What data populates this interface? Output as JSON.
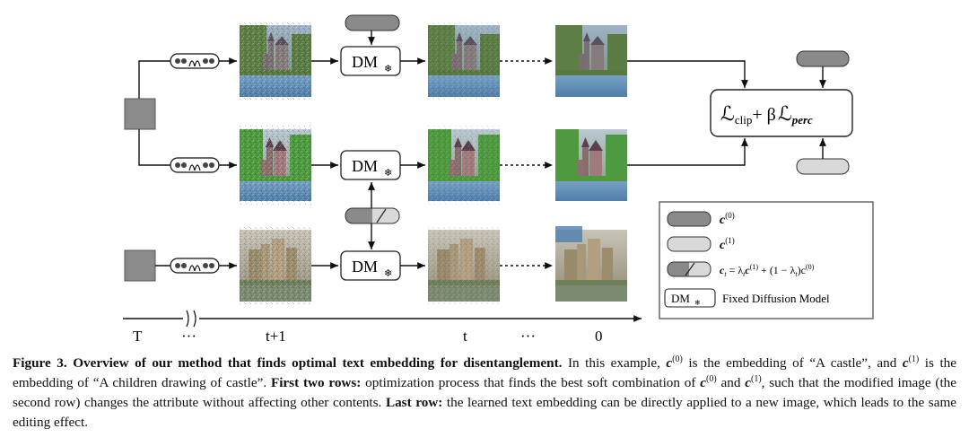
{
  "diagram": {
    "dm_label": "DM",
    "snowflake": "❄",
    "loss": {
      "main": "ℒ",
      "clip_sub": "clip",
      "plus_beta": "+ β",
      "perc_sub": "perc"
    },
    "time_axis": {
      "t_start": "T",
      "dots1": "···",
      "t_plus_1": "t+1",
      "t": "t",
      "dots2": "···",
      "t_end": "0"
    },
    "legend": {
      "items": [
        {
          "symbol": "c",
          "sup": "(0)",
          "swatch": "dark"
        },
        {
          "symbol": "c",
          "sup": "(1)",
          "swatch": "light"
        },
        {
          "symbol": "c",
          "sub": "t",
          "rest": " = λ",
          "sub2": "t",
          "c1": "c",
          "c1sup": "(1)",
          "mid": " + (1 − λ",
          "sub3": "t",
          "c0": ")c",
          "c0sup": "(0)",
          "swatch": "mixed"
        },
        {
          "text": "Fixed Diffusion Model",
          "swatch": "dm"
        }
      ]
    },
    "colors": {
      "dark_embed": "#8a8a8a",
      "light_embed": "#d9d9d9",
      "box_stroke": "#222222",
      "noise_square": "#8c8c8c"
    }
  },
  "caption": {
    "fig_label": "Figure 3.",
    "fig_title": "Overview of our method that finds optimal text embedding for disentanglement.",
    "seg1": " In this example, ",
    "c0": "c",
    "c0_sup": "(0)",
    "seg2": " is the embedding of “A castle”, and ",
    "c1": "c",
    "c1_sup": "(1)",
    "seg3": " is the embedding of “A children drawing of castle”. ",
    "bold1": "First two rows:",
    "seg4": " optimization process that finds the best soft combination of ",
    "c0b": "c",
    "c0b_sup": "(0)",
    "seg5": " and ",
    "c1b": "c",
    "c1b_sup": "(1)",
    "seg6": ", such that the modified image (the second row) changes the attribute without affecting other contents. ",
    "bold2": "Last row:",
    "seg7": " the learned text embedding can be directly applied to a new image, which leads to the same editing effect."
  }
}
